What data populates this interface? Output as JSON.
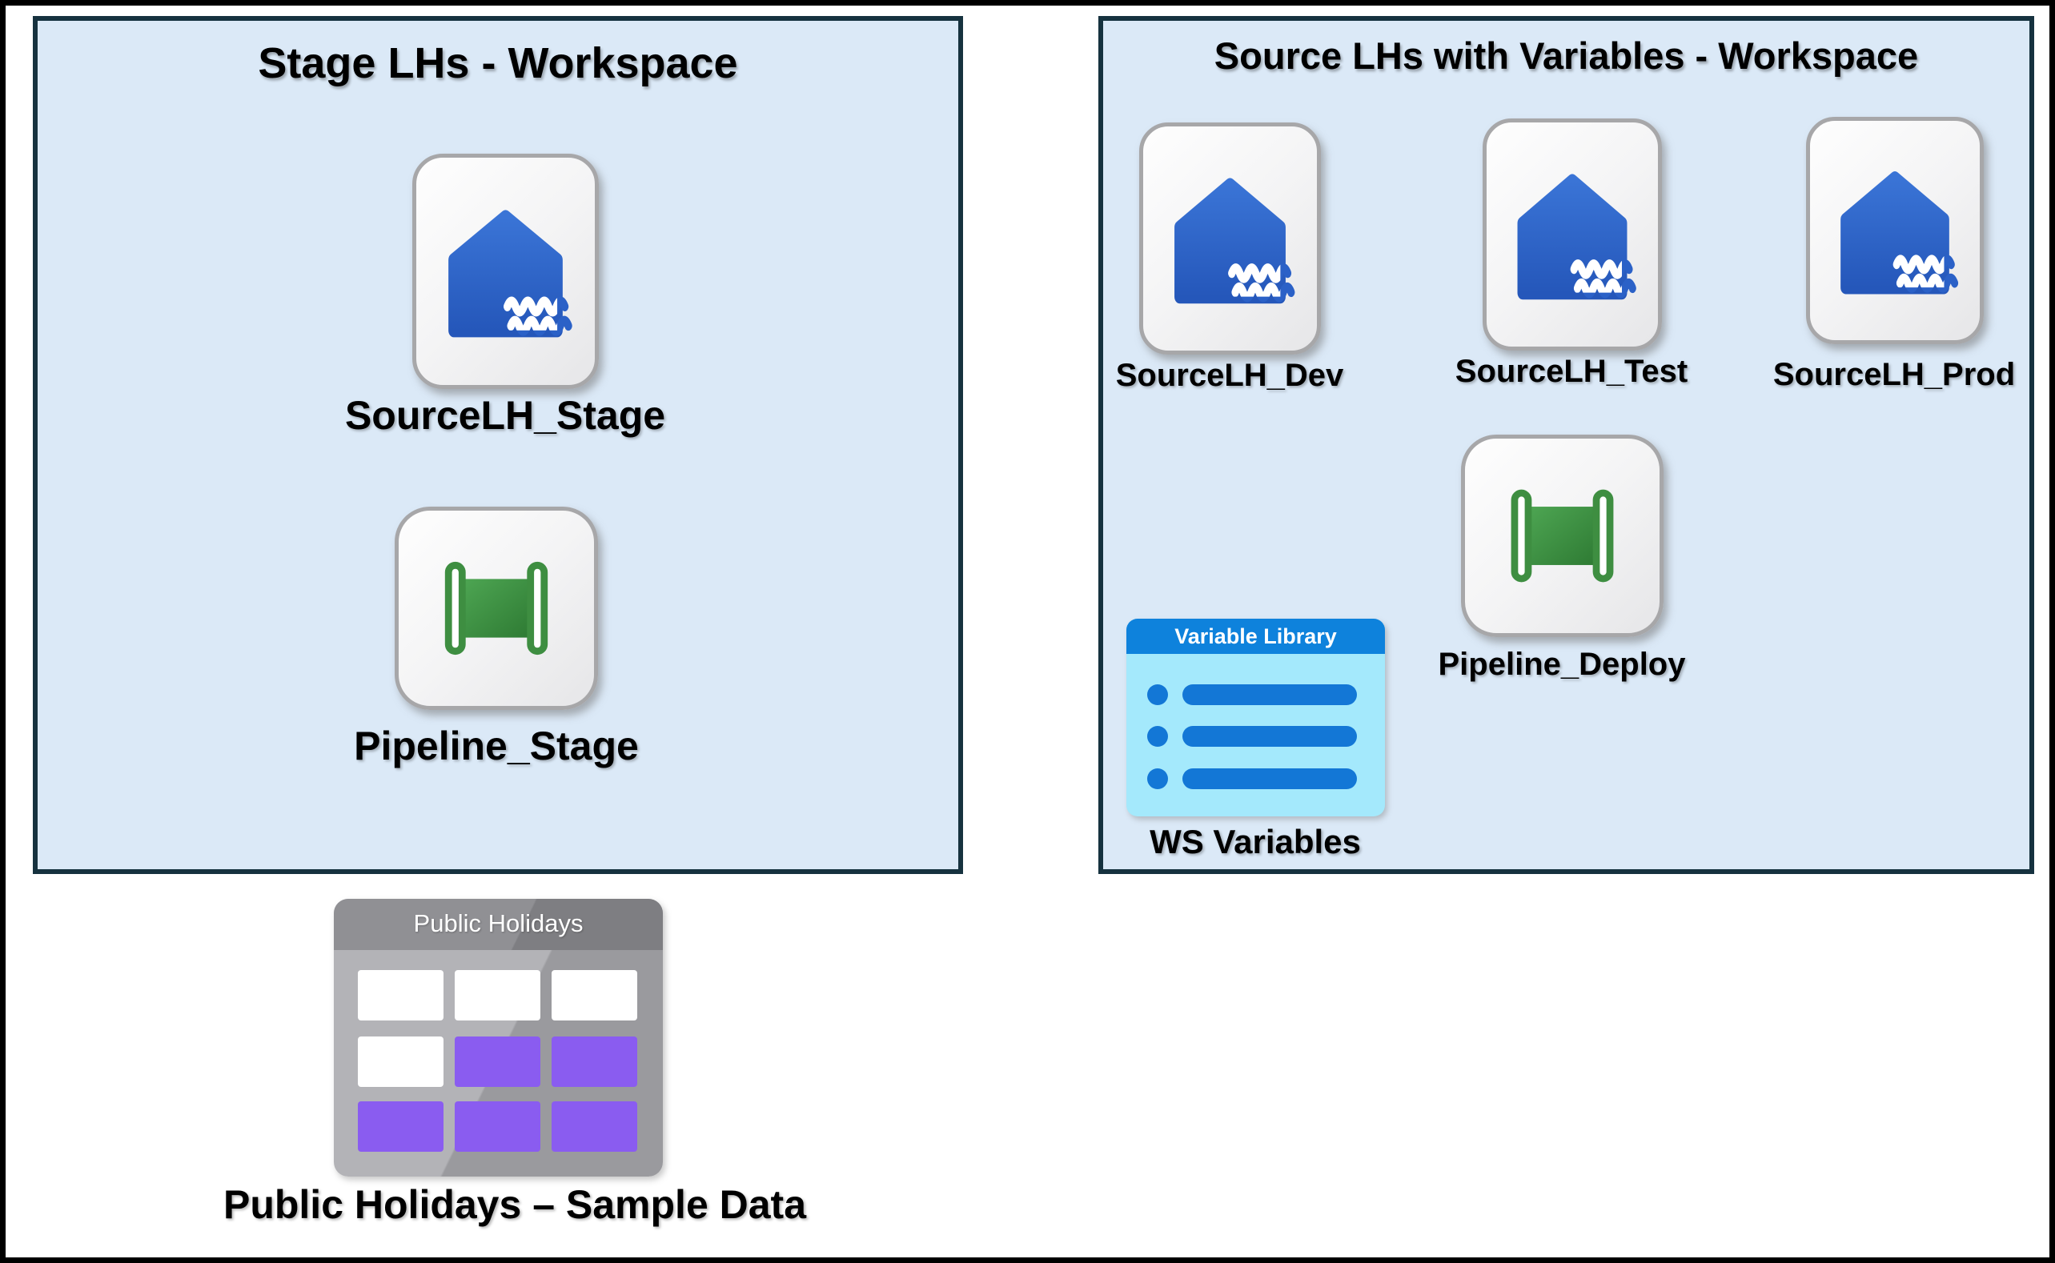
{
  "colors": {
    "workspace_fill": "#dbe9f7",
    "workspace_border": "#16323f",
    "lakehouse_blue": "#2b61c7",
    "pipeline_green": "#3e8e41",
    "variable_header_blue": "#0e82dc",
    "variable_item_blue": "#1377d6",
    "variable_body_cyan": "#a4e9fc",
    "table_purple": "#8a5cf0",
    "table_gray": "#9a9a9e"
  },
  "workspaces": [
    {
      "title": "Stage LHs - Workspace",
      "items": [
        {
          "type": "lakehouse",
          "label": "SourceLH_Stage"
        },
        {
          "type": "pipeline",
          "label": "Pipeline_Stage"
        }
      ]
    },
    {
      "title": "Source LHs with Variables - Workspace",
      "items": [
        {
          "type": "lakehouse",
          "label": "SourceLH_Dev"
        },
        {
          "type": "lakehouse",
          "label": "SourceLH_Test"
        },
        {
          "type": "lakehouse",
          "label": "SourceLH_Prod"
        },
        {
          "type": "pipeline",
          "label": "Pipeline_Deploy"
        },
        {
          "type": "variable-library",
          "header": "Variable Library",
          "label": "WS Variables"
        }
      ]
    }
  ],
  "sample_data": {
    "header": "Public Holidays",
    "caption": "Public Holidays – Sample Data",
    "grid": [
      [
        "white",
        "white",
        "white"
      ],
      [
        "white",
        "purple",
        "purple"
      ],
      [
        "purple",
        "purple",
        "purple"
      ]
    ]
  }
}
